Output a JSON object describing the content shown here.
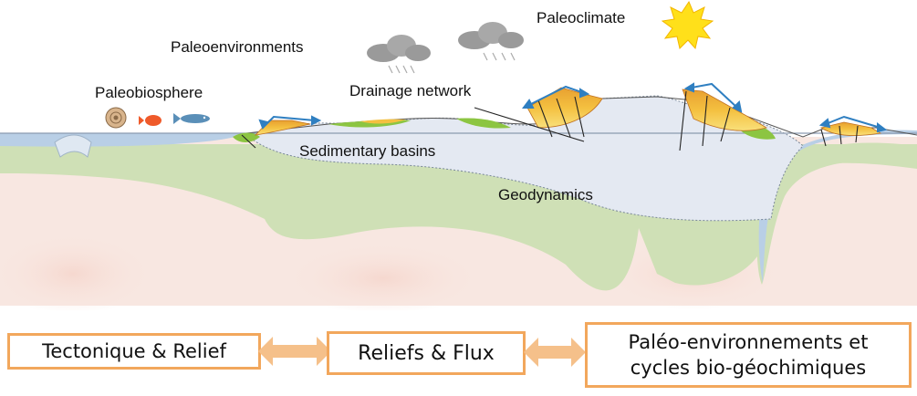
{
  "labels": {
    "paleoclimate": "Paleoclimate",
    "paleoenvironments": "Paleoenvironments",
    "paleobiosphere": "Paleobiosphere",
    "drainage_network": "Drainage network",
    "sedimentary_basins": "Sedimentary basins",
    "geodynamics": "Geodynamics"
  },
  "boxes": {
    "left": "Tectonique & Relief",
    "center": "Reliefs & Flux",
    "right_line1": "Paléo-environnements et",
    "right_line2": "cycles bio-géochimiques"
  },
  "colors": {
    "box_border": "#f2a75c",
    "arrow_fill": "#f5c08a",
    "mantle": "#f8e7e1",
    "lithosphere_green": "#cfe0b6",
    "basin_fill": "#e4e9f2",
    "ocean_crust": "#b9cfe6",
    "sun": "#ffe01a"
  }
}
